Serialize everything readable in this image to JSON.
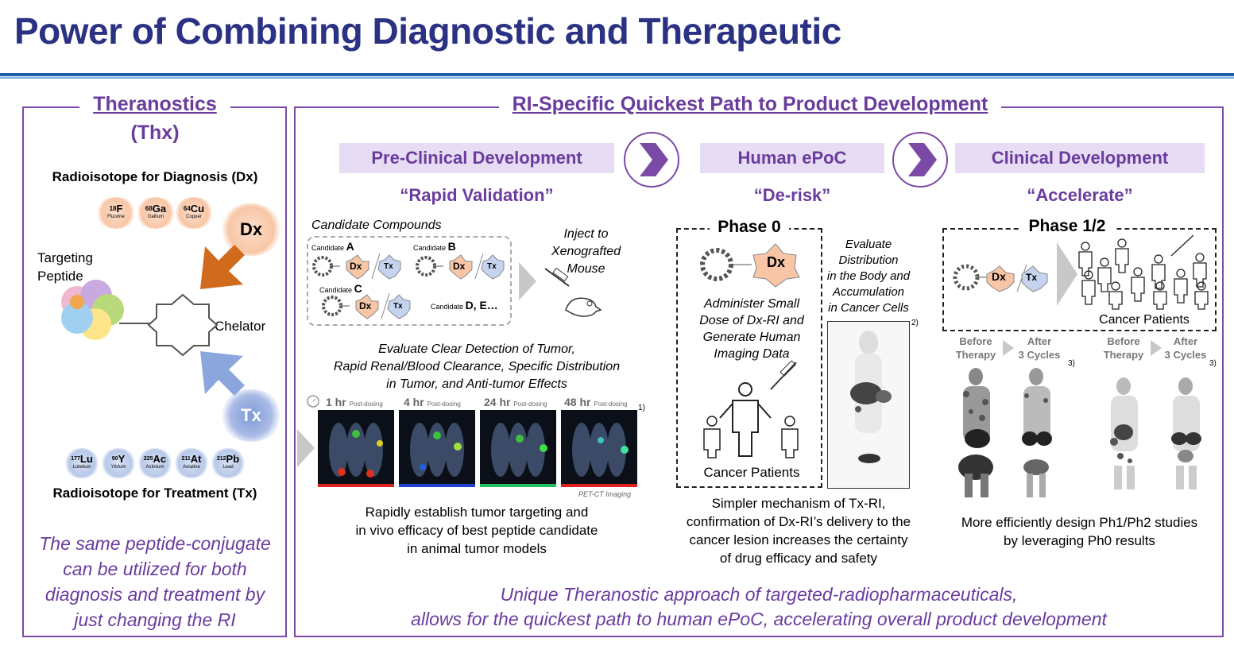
{
  "title": "Power of Combining Diagnostic and Therapeutic",
  "colors": {
    "title": "#2b3183",
    "accent": "#6a3c9e",
    "phase_bg": "#e6dcf3",
    "dx": "#f08a4b",
    "tx": "#7f9ad8"
  },
  "left": {
    "heading1": "Theranostics",
    "heading2": "(Thx)",
    "dx_label": "Radioisotope for Diagnosis (Dx)",
    "dx_isotopes": [
      {
        "mass": "18",
        "sym": "F",
        "name": "Fluorine"
      },
      {
        "mass": "68",
        "sym": "Ga",
        "name": "Gallium"
      },
      {
        "mass": "64",
        "sym": "Cu",
        "name": "Copper"
      }
    ],
    "dx_badge": "Dx",
    "tx_badge": "Tx",
    "targeting_peptide": [
      "Targeting",
      "Peptide"
    ],
    "chelator": "Chelator",
    "tx_isotopes": [
      {
        "mass": "177",
        "sym": "Lu",
        "name": "Lutetium"
      },
      {
        "mass": "90",
        "sym": "Y",
        "name": "Yttrium"
      },
      {
        "mass": "225",
        "sym": "Ac",
        "name": "Actinium"
      },
      {
        "mass": "211",
        "sym": "At",
        "name": "Astatine"
      },
      {
        "mass": "212",
        "sym": "Pb",
        "name": "Lead"
      }
    ],
    "tx_label": "Radioisotope for Treatment (Tx)",
    "footer": [
      "The same peptide-conjugate",
      "can be utilized for both",
      "diagnosis and treatment by",
      "just changing the RI"
    ]
  },
  "right": {
    "heading": "RI-Specific Quickest Path to Product Development",
    "phases": [
      {
        "label": "Pre-Clinical Development",
        "quote": "“Rapid Validation”"
      },
      {
        "label": "Human ePoC",
        "quote": "“De-risk”"
      },
      {
        "label": "Clinical Development",
        "quote": "“Accelerate”"
      }
    ],
    "preclinical": {
      "candidates_title": "Candidate Compounds",
      "candidate_word": "Candidate",
      "candidates": [
        "A",
        "B",
        "C",
        "D, E…"
      ],
      "dx": "Dx",
      "tx": "Tx",
      "inject": [
        "Inject to",
        "Xenografted",
        "Mouse"
      ],
      "evaluate": [
        "Evaluate Clear Detection of Tumor,",
        "Rapid Renal/Blood Clearance, Specific Distribution",
        "in Tumor, and Anti-tumor Effects"
      ],
      "timepoints": [
        {
          "hr": "1 hr",
          "suffix": "Post-dosing"
        },
        {
          "hr": "4 hr",
          "suffix": "Post-dosing"
        },
        {
          "hr": "24 hr",
          "suffix": "Post-dosing"
        },
        {
          "hr": "48 hr",
          "suffix": "Post-dosing"
        }
      ],
      "ref": "1)",
      "imaging": "PET-CT Imaging",
      "summary": [
        "Rapidly establish tumor targeting and",
        "in vivo efficacy of best peptide candidate",
        "in animal tumor models"
      ]
    },
    "epoc": {
      "phase": "Phase 0",
      "dx": "Dx",
      "administer": [
        "Administer Small",
        "Dose of Dx-RI and",
        "Generate Human",
        "Imaging Data"
      ],
      "patients": "Cancer Patients",
      "evaluate": [
        "Evaluate",
        "Distribution",
        "in the Body and",
        "Accumulation",
        "in Cancer Cells"
      ],
      "ref": "2)",
      "summary": [
        "Simpler mechanism of Tx-RI,",
        "confirmation of Dx-RI’s delivery to the",
        "cancer lesion increases the certainty",
        "of drug efficacy and safety"
      ]
    },
    "clinical": {
      "phase": "Phase 1/2",
      "dx": "Dx",
      "tx": "Tx",
      "patients": "Cancer Patients",
      "before": [
        "Before",
        "Therapy"
      ],
      "after": [
        "After",
        "3 Cycles"
      ],
      "ref": "3)",
      "summary": [
        "More efficiently design Ph1/Ph2 studies",
        "by leveraging Ph0 results"
      ]
    },
    "footer": [
      "Unique Theranostic approach of targeted-radiopharmaceuticals,",
      "allows for the quickest path to human ePoC, accelerating overall product development"
    ]
  }
}
